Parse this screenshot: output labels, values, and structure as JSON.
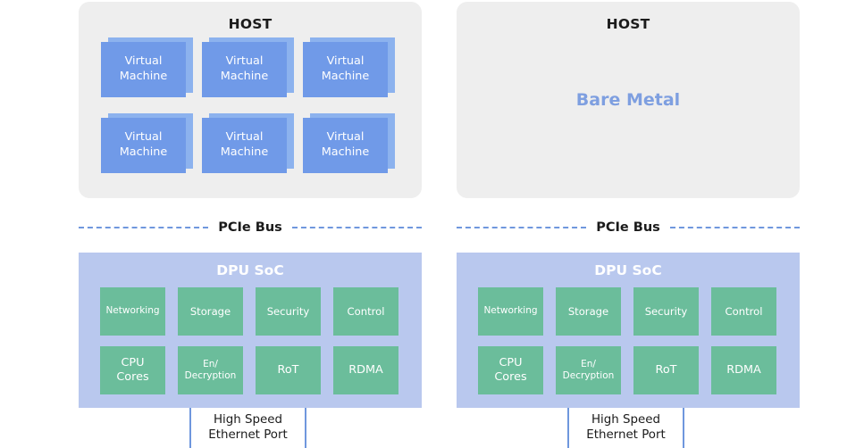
{
  "diagram": {
    "colors": {
      "host_panel_bg": "#eeeeee",
      "vm_front": "#709ae8",
      "vm_back": "#8cb2ee",
      "bare_metal_text": "#7e9fe0",
      "pcie_line": "#6f97dd",
      "dpu_panel_bg": "#b9c8ee",
      "dpu_tile": "#6bbd9b",
      "tile_text": "#ffffff",
      "label_text": "#1b1b1b"
    },
    "columns": [
      {
        "id": "virtualized",
        "host": {
          "title": "HOST",
          "mode": "virtual-machines",
          "vms": [
            {
              "line1": "Virtual",
              "line2": "Machine"
            },
            {
              "line1": "Virtual",
              "line2": "Machine"
            },
            {
              "line1": "Virtual",
              "line2": "Machine"
            },
            {
              "line1": "Virtual",
              "line2": "Machine"
            },
            {
              "line1": "Virtual",
              "line2": "Machine"
            },
            {
              "line1": "Virtual",
              "line2": "Machine"
            }
          ]
        },
        "bus": {
          "label": "PCIe Bus"
        },
        "dpu": {
          "title": "DPU SoC",
          "tiles": [
            {
              "label": "Networking",
              "size": "sm"
            },
            {
              "label": "Storage",
              "size": "md"
            },
            {
              "label": "Security",
              "size": "md"
            },
            {
              "label": "Control",
              "size": "md"
            },
            {
              "label": "CPU\nCores",
              "size": "lg"
            },
            {
              "label": "En/\nDecryption",
              "size": "sm"
            },
            {
              "label": "RoT",
              "size": "lg"
            },
            {
              "label": "RDMA",
              "size": "lg"
            }
          ]
        },
        "port": {
          "label": "High Speed\nEthernet Port"
        }
      },
      {
        "id": "bare-metal",
        "host": {
          "title": "HOST",
          "mode": "bare-metal",
          "bare_metal_label": "Bare Metal"
        },
        "bus": {
          "label": "PCIe Bus"
        },
        "dpu": {
          "title": "DPU SoC",
          "tiles": [
            {
              "label": "Networking",
              "size": "sm"
            },
            {
              "label": "Storage",
              "size": "md"
            },
            {
              "label": "Security",
              "size": "md"
            },
            {
              "label": "Control",
              "size": "md"
            },
            {
              "label": "CPU\nCores",
              "size": "lg"
            },
            {
              "label": "En/\nDecryption",
              "size": "sm"
            },
            {
              "label": "RoT",
              "size": "lg"
            },
            {
              "label": "RDMA",
              "size": "lg"
            }
          ]
        },
        "port": {
          "label": "High Speed\nEthernet Port"
        }
      }
    ]
  }
}
